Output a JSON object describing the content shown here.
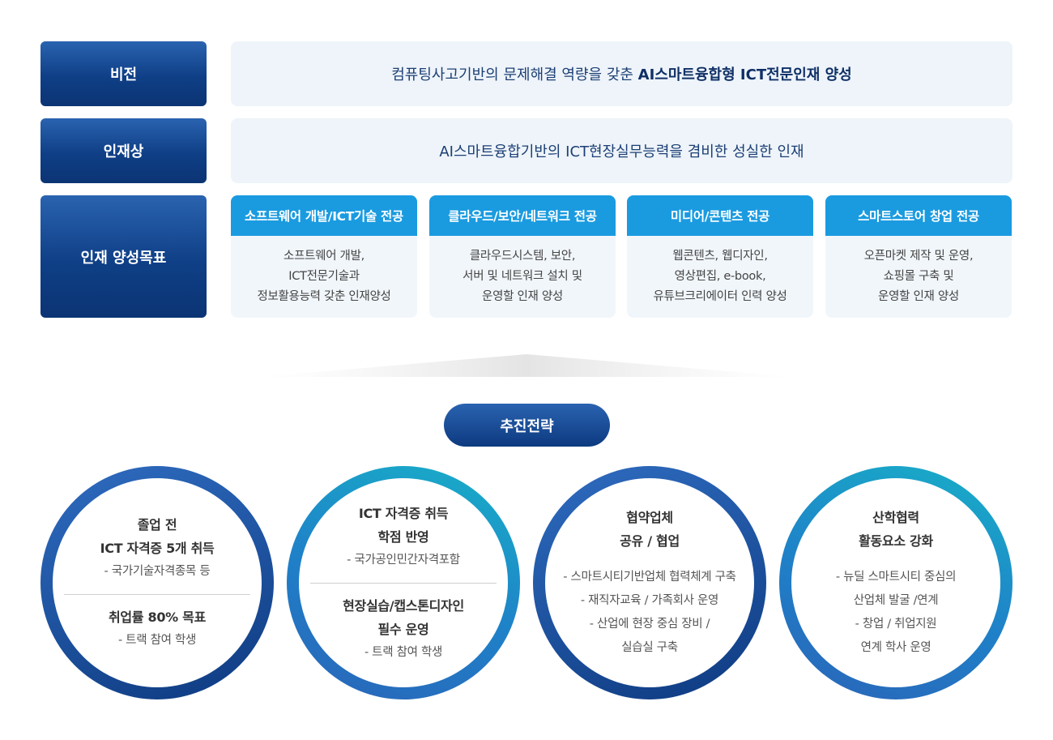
{
  "vision": {
    "label": "비전",
    "text_plain": "컴퓨팅사고기반의 문제해결 역량을 갖춘 ",
    "text_bold": "AI스마트융합형 ICT전문인재 양성"
  },
  "talent": {
    "label": "인재상",
    "text": "AI스마트융합기반의 ICT현장실무능력을 겸비한 성실한 인재"
  },
  "goals": {
    "label": "인재 양성목표",
    "majors": [
      {
        "title": "소프트웨어 개발/ICT기술 전공",
        "lines": [
          "소프트웨어 개발,",
          "ICT전문기술과",
          "정보활용능력  갖춘 인재양성"
        ]
      },
      {
        "title": "클라우드/보안/네트워크 전공",
        "lines": [
          "클라우드시스템, 보안,",
          "서버 및 네트워크 설치 및",
          "운영할 인재 양성"
        ]
      },
      {
        "title": "미디어/콘텐츠 전공",
        "lines": [
          "웹콘텐츠, 웹디자인,",
          "영상편집, e-book,",
          "유튜브크리에이터 인력 양성"
        ]
      },
      {
        "title": "스마트스토어 창업 전공",
        "lines": [
          "오픈마켓 제작 및 운영,",
          "쇼핑몰 구축 및",
          "운영할 인재 양성"
        ]
      }
    ]
  },
  "strategy": {
    "label": "추진전략",
    "circles": [
      {
        "part1_title": [
          "졸업 전",
          "ICT 자격증 5개 취득"
        ],
        "part1_sub": [
          "- 국가기술자격종목 등"
        ],
        "part2_title": [
          "취업률 80% 목표"
        ],
        "part2_sub": [
          "- 트랙 참여 학생"
        ]
      },
      {
        "part1_title": [
          "ICT 자격증 취득",
          "학점 반영"
        ],
        "part1_sub": [
          "- 국가공인민간자격포함"
        ],
        "part2_title": [
          "현장실습/캡스톤디자인",
          "필수 운영"
        ],
        "part2_sub": [
          "- 트랙 참여 학생"
        ]
      },
      {
        "title": [
          "협약업체",
          "공유 /  협업"
        ],
        "sub": [
          "- 스마트시티기반업체 협력체계 구축",
          "- 재직자교육 / 가족회사 운영",
          "- 산업에 현장 중심 장비 /",
          "실습실 구축"
        ]
      },
      {
        "title": [
          "산학협력",
          "활동요소 강화"
        ],
        "sub": [
          "- 뉴딜 스마트시티 중심의",
          "산업체 발굴 /연계",
          "- 창업 / 취업지원",
          "연계 학사 운영"
        ]
      }
    ]
  },
  "colors": {
    "navy": "#0f3f86",
    "sky": "#1a9be0",
    "teal": "#18b0c8",
    "panel": "#eef4fa"
  }
}
